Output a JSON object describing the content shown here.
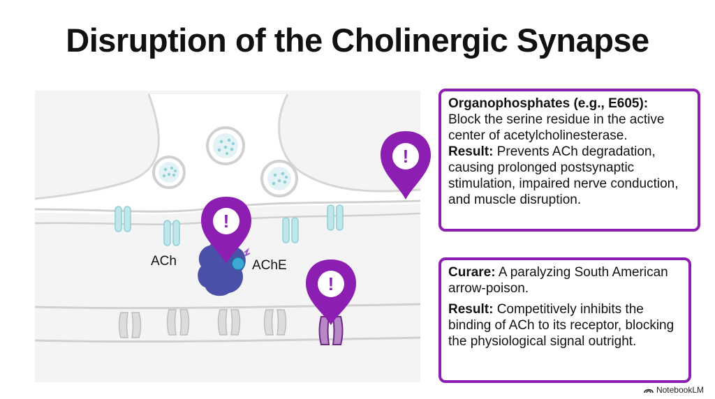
{
  "title": "Disruption of the Cholinergic Synapse",
  "labels": {
    "ach": "ACh",
    "ache": "AChE"
  },
  "callouts": {
    "organophosphates": {
      "heading": "Organophosphates (e.g., E605):",
      "text": "Block the serine residue in the active center of acetylcholinesterase.",
      "result_label": "Result:",
      "result_text": "Prevents ACh degradation, causing prolonged postsynaptic stimulation, impaired nerve conduction, and muscle disruption."
    },
    "curare": {
      "heading": "Curare:",
      "text": "A paralyzing South American arrow-poison.",
      "result_label": "Result:",
      "result_text": "Competitively inhibits the binding of ACh to its receptor, blocking the physiological signal outright."
    }
  },
  "markers": {
    "symbol": "!"
  },
  "brand": "NotebookLM",
  "colors": {
    "accent": "#8c1fb2",
    "receptor_teal": "#bfe6ea",
    "enzyme": "#4a4fa8",
    "membrane_gray": "#d8d8d8",
    "background_panel": "#f4f4f4"
  }
}
